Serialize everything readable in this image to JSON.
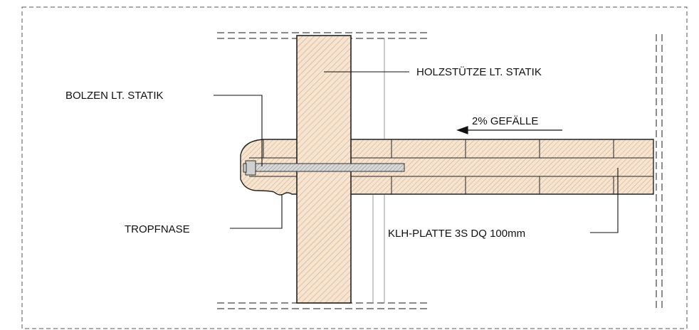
{
  "labels": {
    "holzstuetze": "HOLZSTÜTZE LT. STATIK",
    "bolzen": "BOLZEN LT. STATIK",
    "gefaelle": "2% GEFÄLLE",
    "tropfnase": "TROPFNASE",
    "klh": "KLH-PLATTE 3S DQ 100mm"
  },
  "colors": {
    "wood_fill": "#f6e4d0",
    "wood_hatch": "#c9a27a",
    "line": "#222222",
    "dash": "#555555",
    "bolt_fill": "#cfcfcf"
  }
}
